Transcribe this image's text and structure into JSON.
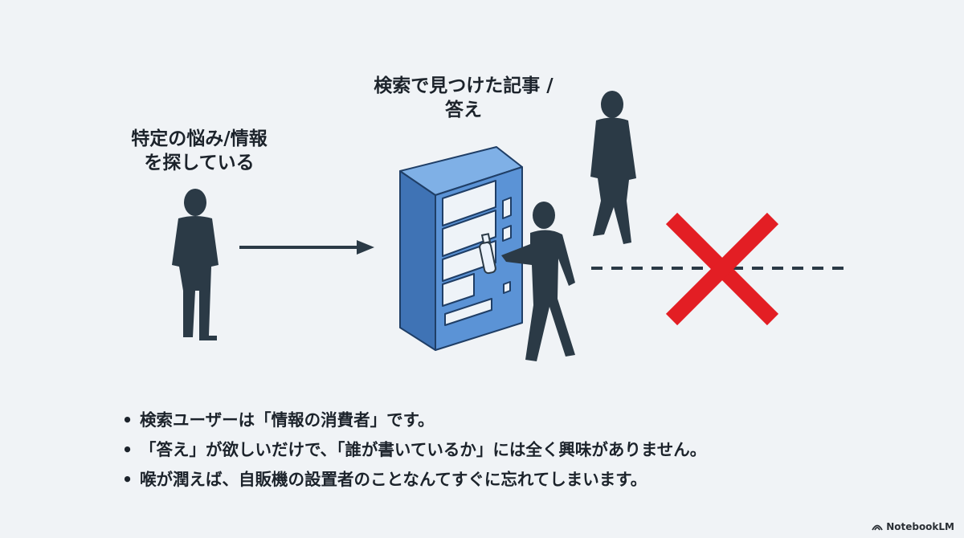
{
  "labels": {
    "searcher_line1": "特定の悩み/情報",
    "searcher_line2": "を探している",
    "article_line1": "検索で見つけた記事 /",
    "article_line2": "答え"
  },
  "bullets": [
    "検索ユーザーは「情報の消費者」です。",
    "「答え」が欲しいだけで、「誰が書いているか」には全く興味がありません。",
    "喉が潤えば、自販機の設置者のことなんてすぐに忘れてしまいます。"
  ],
  "brand": "NotebookLM",
  "colors": {
    "figure": "#2b3a46",
    "machine_front": "#5b93d6",
    "machine_side": "#3f73b5",
    "cross": "#e31e24",
    "background": "#f0f3f6"
  },
  "icons": [
    "person-icon",
    "arrow-icon",
    "vending-machine-icon",
    "bottle-icon",
    "cross-icon",
    "notebooklm-logo-icon"
  ]
}
